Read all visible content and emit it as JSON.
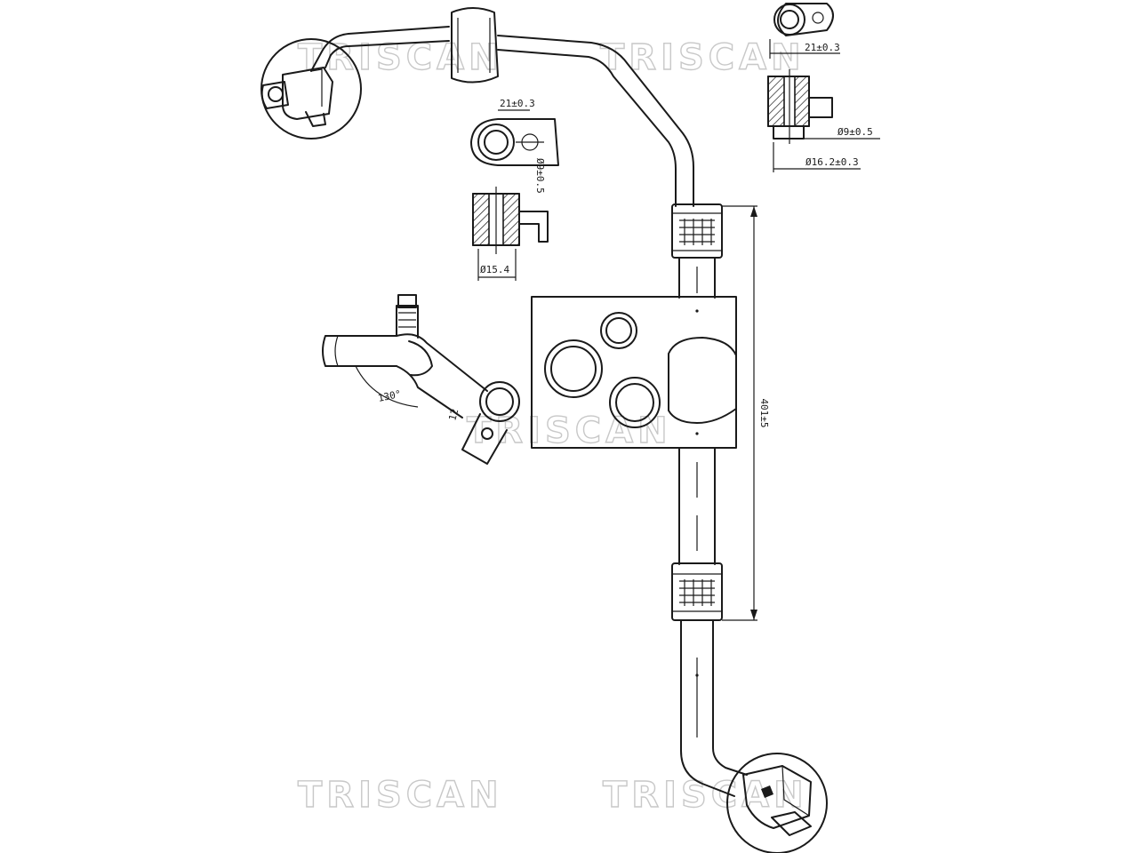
{
  "watermark": {
    "text": "TRISCAN",
    "color": "#c8c8c8"
  },
  "dimensions": {
    "top_right_thickness": "21±0.3",
    "top_right_bore": "Ø9±0.5",
    "top_right_outer": "Ø16.2±0.3",
    "center_thickness": "21±0.3",
    "center_bore": "Ø9±0.5",
    "center_outer": "Ø15.4",
    "bend_angle": "130°",
    "elbow_length": "12",
    "hose_length": "401±5"
  },
  "colors": {
    "line": "#1a1a1a",
    "background": "#ffffff"
  }
}
